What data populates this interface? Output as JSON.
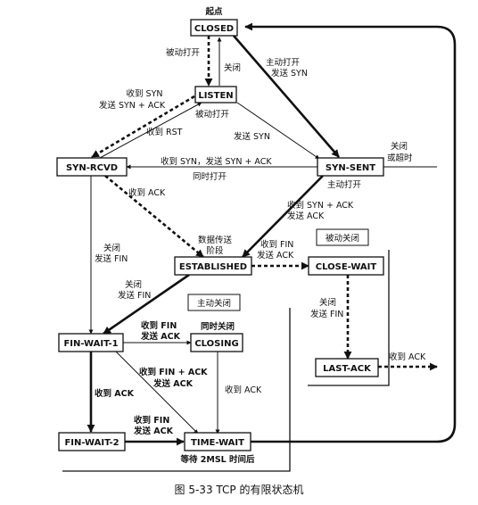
{
  "caption": "图 5-33   TCP 的有限状态机",
  "start_label": "起点",
  "states": {
    "closed": "CLOSED",
    "listen": "LISTEN",
    "syn_rcvd": "SYN-RCVD",
    "syn_sent": "SYN-SENT",
    "established": "ESTABLISHED",
    "close_wait": "CLOSE-WAIT",
    "last_ack": "LAST-ACK",
    "fin_wait_1": "FIN-WAIT-1",
    "closing": "CLOSING",
    "fin_wait_2": "FIN-WAIT-2",
    "time_wait": "TIME-WAIT"
  },
  "region_labels": {
    "passive_close": "被动关闭",
    "active_close": "主动关闭",
    "data_phase_1": "数据传送",
    "data_phase_2": "阶段",
    "simultaneous_close": "同时关闭"
  },
  "edge_labels": {
    "passive_open": "被动打开",
    "close": "关闭",
    "active_open_1": "主动打开",
    "active_open_2": "发送 SYN",
    "recv_syn_1": "收到 SYN",
    "recv_syn_2": "发送 SYN + ACK",
    "recv_rst": "收到 RST",
    "send_syn": "发送 SYN",
    "close_timeout_1": "关闭",
    "close_timeout_2": "或超时",
    "syn_sent_to_rcvd": "收到 SYN，发送 SYN + ACK",
    "simultaneous_open": "同时打开",
    "active_open_lower": "主动打开",
    "recv_ack_synrcvd": "收到 ACK",
    "recv_synack_1": "收到 SYN + ACK",
    "recv_synack_2": "发送 ACK",
    "synrcvd_close_1": "关闭",
    "synrcvd_close_2": "发送 FIN",
    "recv_fin_est_1": "收到 FIN",
    "recv_fin_est_2": "发送 ACK",
    "est_close_1": "关闭",
    "est_close_2": "发送 FIN",
    "cw_close_1": "关闭",
    "cw_close_2": "发送 FIN",
    "recv_fin_fw1_1": "收到 FIN",
    "recv_fin_fw1_2": "发送 ACK",
    "recv_finack_1": "收到 FIN + ACK",
    "recv_finack_2": "发送 ACK",
    "fw1_recv_ack": "收到 ACK",
    "closing_recv_ack": "收到 ACK",
    "fw2_recv_fin_1": "收到 FIN",
    "fw2_recv_fin_2": "发送 ACK",
    "last_ack_recv_ack": "收到 ACK",
    "wait_2msl": "等待 2MSL 时间后"
  }
}
